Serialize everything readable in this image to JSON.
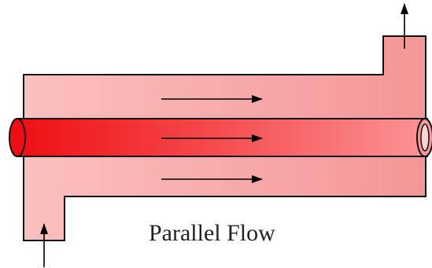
{
  "caption": "Parallel Flow",
  "colors": {
    "shell": "#fbb6b6",
    "shell_dark": "#f38e8e",
    "outline": "#111111",
    "tube_start": "#ee0f13",
    "tube_mid": "#f53a3e",
    "tube_end": "#fb8d8e",
    "tube_end_face": "#fbd6d6",
    "arrow": "#000000"
  },
  "flow_arrows": {
    "shell_upper": "right-arrow",
    "tube": "right-arrow",
    "shell_lower": "right-arrow",
    "inlet": "up-arrow",
    "outlet": "up-arrow"
  }
}
